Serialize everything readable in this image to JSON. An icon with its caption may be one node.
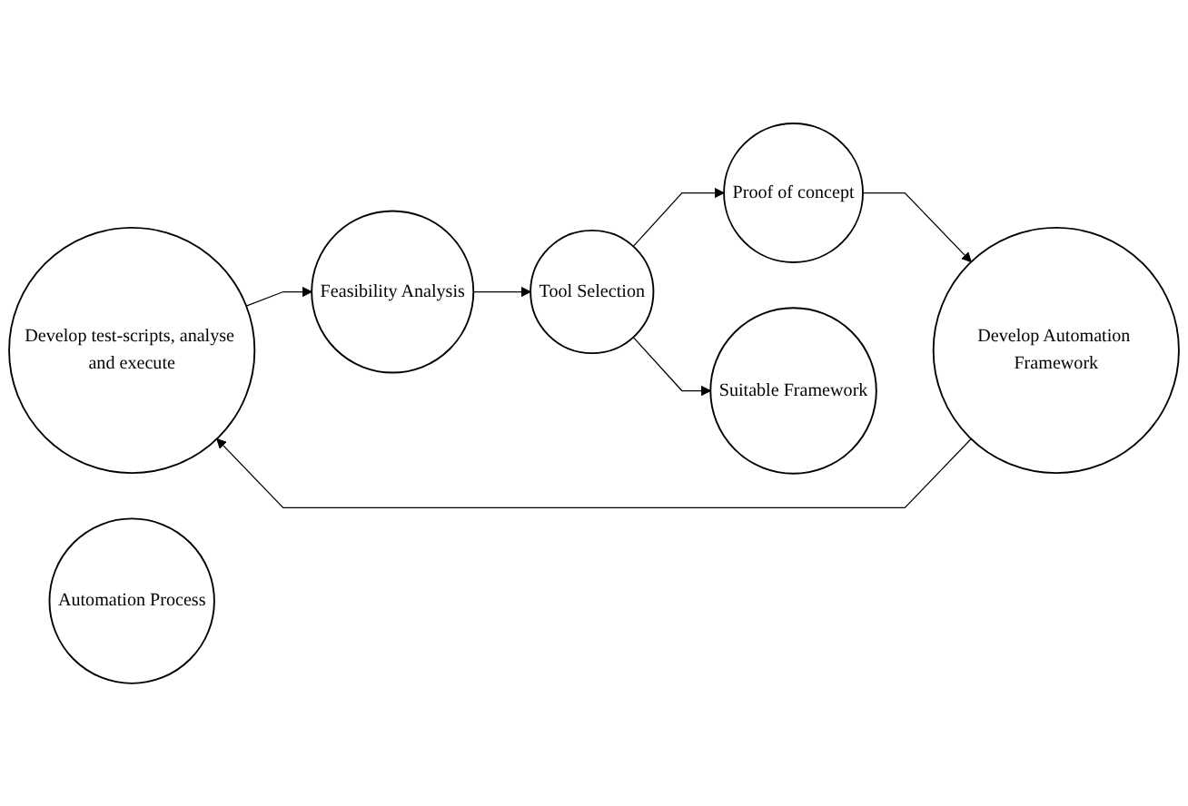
{
  "diagram": {
    "nodes": [
      {
        "text": [
          "Develop test-scripts, analyse and execute"
        ]
      },
      {
        "text": [
          "Feasibility Analysis"
        ]
      },
      {
        "text": [
          "Tool Selection"
        ]
      },
      {
        "text": [
          "Automation Process"
        ]
      },
      {
        "text": [
          "Develop Automation Framework"
        ]
      },
      {
        "text": [
          "Proof of concept"
        ]
      },
      {
        "text": [
          "Suitable Framework"
        ]
      }
    ],
    "edges": [
      {
        "from": 1,
        "to": 2,
        "arrow": "to"
      },
      {
        "from": 2,
        "to": 6,
        "arrow": "to"
      },
      {
        "from": 2,
        "to": 5,
        "arrow": "to"
      },
      {
        "from": 5,
        "to": 4,
        "arrow": "to"
      },
      {
        "from": 4,
        "to": 0,
        "arrow": "to"
      },
      {
        "from": 0,
        "to": 1,
        "arrow": "to"
      }
    ]
  }
}
